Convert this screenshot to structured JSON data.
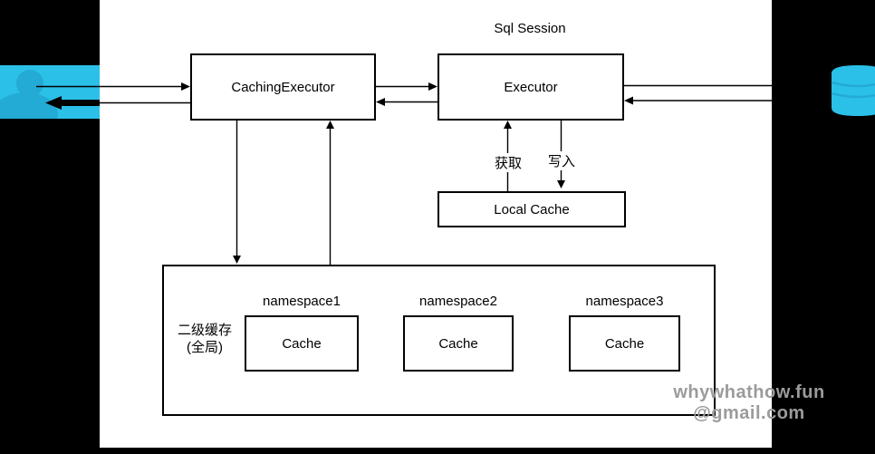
{
  "diagram": {
    "session_label": "Sql Session",
    "nodes": {
      "caching_executor": "CachingExecutor",
      "executor": "Executor",
      "local_cache": "Local Cache",
      "secondary_cache_line1": "二级缓存",
      "secondary_cache_line2": "(全局)",
      "namespaces": [
        {
          "label": "namespace1",
          "cache_label": "Cache"
        },
        {
          "label": "namespace2",
          "cache_label": "Cache"
        },
        {
          "label": "namespace3",
          "cache_label": "Cache"
        }
      ]
    },
    "edge_labels": {
      "fetch": "获取",
      "write": "写入"
    },
    "icons": {
      "left": "user-icon",
      "right": "database-icon"
    }
  },
  "colors": {
    "background": "#000000",
    "canvas": "#ffffff",
    "line": "#000000",
    "icon_cyan": "#2bc0e8",
    "icon_cyan_dark": "#23aad5",
    "watermark_gray": "#9b9b9b"
  },
  "watermark": {
    "line1": "whywhathow.fun",
    "line2": "@gmail.com"
  }
}
